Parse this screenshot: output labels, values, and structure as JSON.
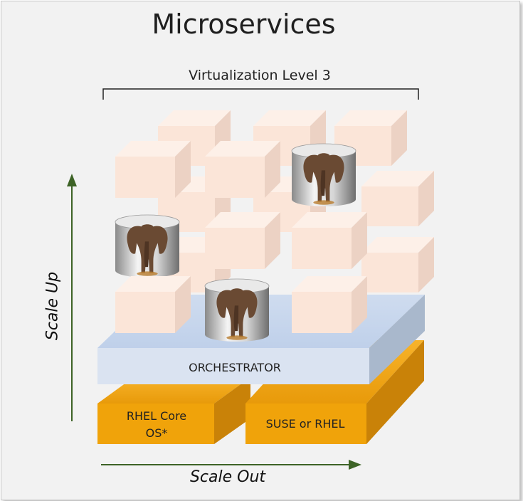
{
  "title": "Microservices",
  "level_label": "Virtualization Level 3",
  "orchestrator_label": "ORCHESTRATOR",
  "os_blocks": [
    {
      "label_lines": [
        "RHEL Core",
        "OS*"
      ]
    },
    {
      "label": "SUSE or RHEL"
    }
  ],
  "axes": {
    "vertical": "Scale Up",
    "horizontal": "Scale Out"
  },
  "grid": {
    "front_containers": 9,
    "back_containers": 8,
    "database_containers": 3
  },
  "database_icon": "elephant-icon",
  "colors": {
    "container_face": "#fbe5d8",
    "orchestrator": "#dae3f1",
    "os_block": "#f0a30a",
    "arrow": "#3d6326",
    "frame": "#f2f2f2"
  }
}
